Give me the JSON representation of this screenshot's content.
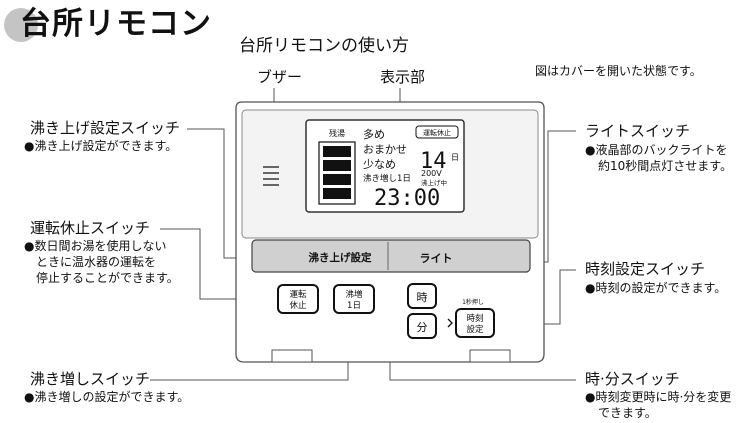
{
  "title": "台所リモコン",
  "subtitle": "台所リモコンの使い方",
  "note": "図はカバーを開いた状態です。",
  "callouts": {
    "buzzer": "ブザー",
    "display": "表示部",
    "boil_switch": {
      "heading": "沸き上げ設定スイッチ",
      "lines": [
        "●沸き上げ設定ができます。"
      ]
    },
    "pause_switch": {
      "heading": "運転休止スイッチ",
      "lines": [
        "●数日間お湯を使用しない",
        "ときに温水器の運転を",
        "停止することができます。"
      ]
    },
    "reheat_switch": {
      "heading": "沸き増しスイッチ",
      "lines": [
        "●沸き増しの設定ができます。"
      ]
    },
    "light_switch": {
      "heading": "ライトスイッチ",
      "lines": [
        "●液晶部のバックライトを",
        "約10秒間点灯させます。"
      ]
    },
    "clock_switch": {
      "heading": "時刻設定スイッチ",
      "lines": [
        "●時刻の設定ができます。"
      ]
    },
    "hm_switch": {
      "heading": "時·分スイッチ",
      "lines": [
        "●時刻変更時に時·分を変更",
        "できます。"
      ]
    }
  },
  "display": {
    "remaining_label": "残湯",
    "mode_more": "多め",
    "mode_auto": "おまかせ",
    "mode_less": "少なめ",
    "reheat_1day": "沸き増し1日",
    "pause_indicator": "運転休止",
    "temp_value": "14",
    "temp_unit": "日",
    "voltage": "200V",
    "boiling": "沸上げ中",
    "time": "23:00"
  },
  "buttons": {
    "boil_setting": "沸き上げ設定",
    "light": "ライト",
    "pause_line1": "運転",
    "pause_line2": "休止",
    "reheat_line1": "沸増",
    "reheat_line2": "1日",
    "hour": "時",
    "minute": "分",
    "hold_hint": "1秒押し",
    "clock_line1": "時刻",
    "clock_line2": "設定"
  }
}
